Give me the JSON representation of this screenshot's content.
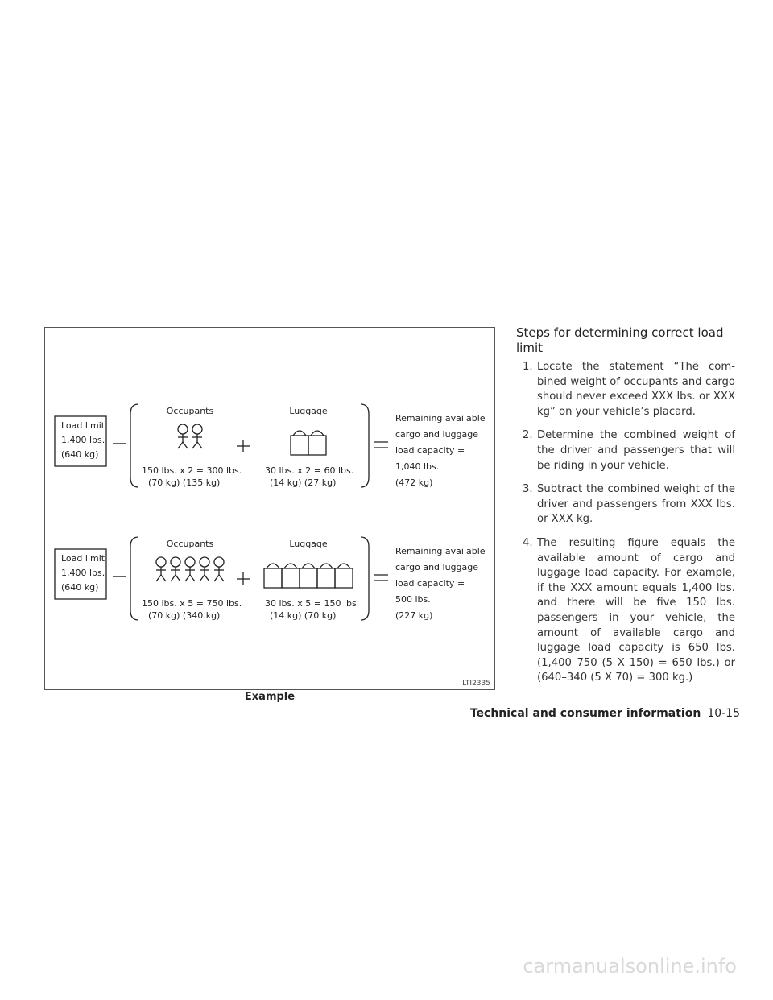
{
  "figure": {
    "code": "LTI2335",
    "caption": "Example",
    "rows": [
      {
        "load_limit": [
          "Load limit",
          "1,400 lbs.",
          "(640 kg)"
        ],
        "minus": "—",
        "occupants_title": "Occupants",
        "occupants_count": 2,
        "occupants_calc": "150 lbs. x 2 = 300 lbs.",
        "occupants_kg": "(70 kg)    (135 kg)",
        "plus": "+",
        "luggage_title": "Luggage",
        "luggage_count": 2,
        "luggage_calc": "30 lbs. x 2 = 60 lbs.",
        "luggage_kg": "(14 kg)     (27 kg)",
        "equals": "=",
        "remaining": [
          "Remaining available",
          "cargo and luggage",
          "load capacity =",
          "1,040 lbs.",
          "(472 kg)"
        ]
      },
      {
        "load_limit": [
          "Load limit",
          "1,400 lbs.",
          "(640 kg)"
        ],
        "minus": "—",
        "occupants_title": "Occupants",
        "occupants_count": 5,
        "occupants_calc": "150 lbs. x 5 = 750 lbs.",
        "occupants_kg": "(70 kg)    (340 kg)",
        "plus": "+",
        "luggage_title": "Luggage",
        "luggage_count": 5,
        "luggage_calc": "30 lbs. x 5 = 150 lbs.",
        "luggage_kg": "(14 kg)     (70 kg)",
        "equals": "=",
        "remaining": [
          "Remaining available",
          "cargo and luggage",
          "load capacity =",
          "500 lbs.",
          "(227 kg)"
        ]
      }
    ]
  },
  "section": {
    "heading": "Steps for determining correct load limit",
    "steps": [
      {
        "num": "1.",
        "text": "Locate the statement “The com­bined weight of occupants and cargo should never exceed XXX lbs. or XXX kg” on your vehicle’s placard."
      },
      {
        "num": "2.",
        "text": "Determine the combined weight of the driver and passengers that will be riding in your vehicle."
      },
      {
        "num": "3.",
        "text": "Subtract the combined weight of the driver and passengers from XXX lbs. or XXX kg."
      },
      {
        "num": "4.",
        "text": "The resulting figure equals the available amount of cargo and luggage load capacity. For ex­ample, if the XXX amount equals 1,400 lbs. and there will be five 150 lbs. passengers in your ve­hicle, the amount of available cargo and luggage load capac­ity is 650 lbs. (1,400–750 (5 X 150) = 650 lbs.) or (640–340 (5 X 70) = 300 kg.)"
      }
    ]
  },
  "footer": {
    "section_title": "Technical and consumer information",
    "page_number": "10-15"
  },
  "watermark": "carmanualsonline.info"
}
